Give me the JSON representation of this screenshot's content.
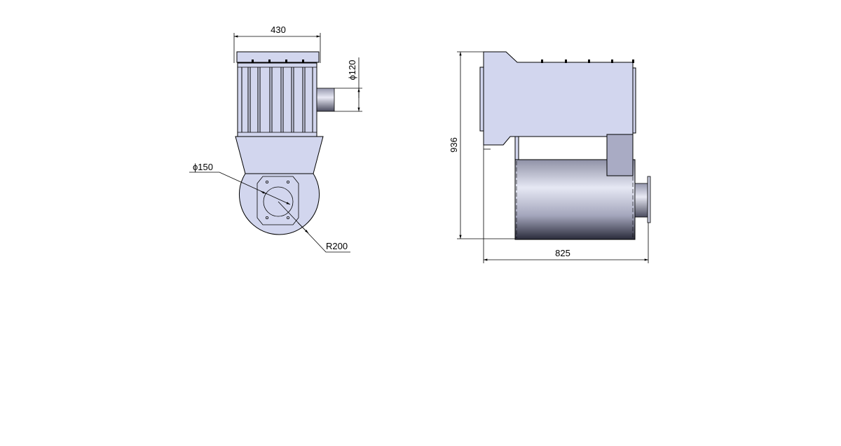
{
  "front_view": {
    "width_dim": "430",
    "outlet_diameter_dim": "ϕ120",
    "inlet_diameter_dim": "ϕ150",
    "radius_dim": "R200"
  },
  "side_view": {
    "height_dim": "936",
    "length_dim": "825"
  },
  "colors": {
    "body": "#d2d6ee",
    "line": "#000000",
    "shade": "#a9abc4"
  }
}
